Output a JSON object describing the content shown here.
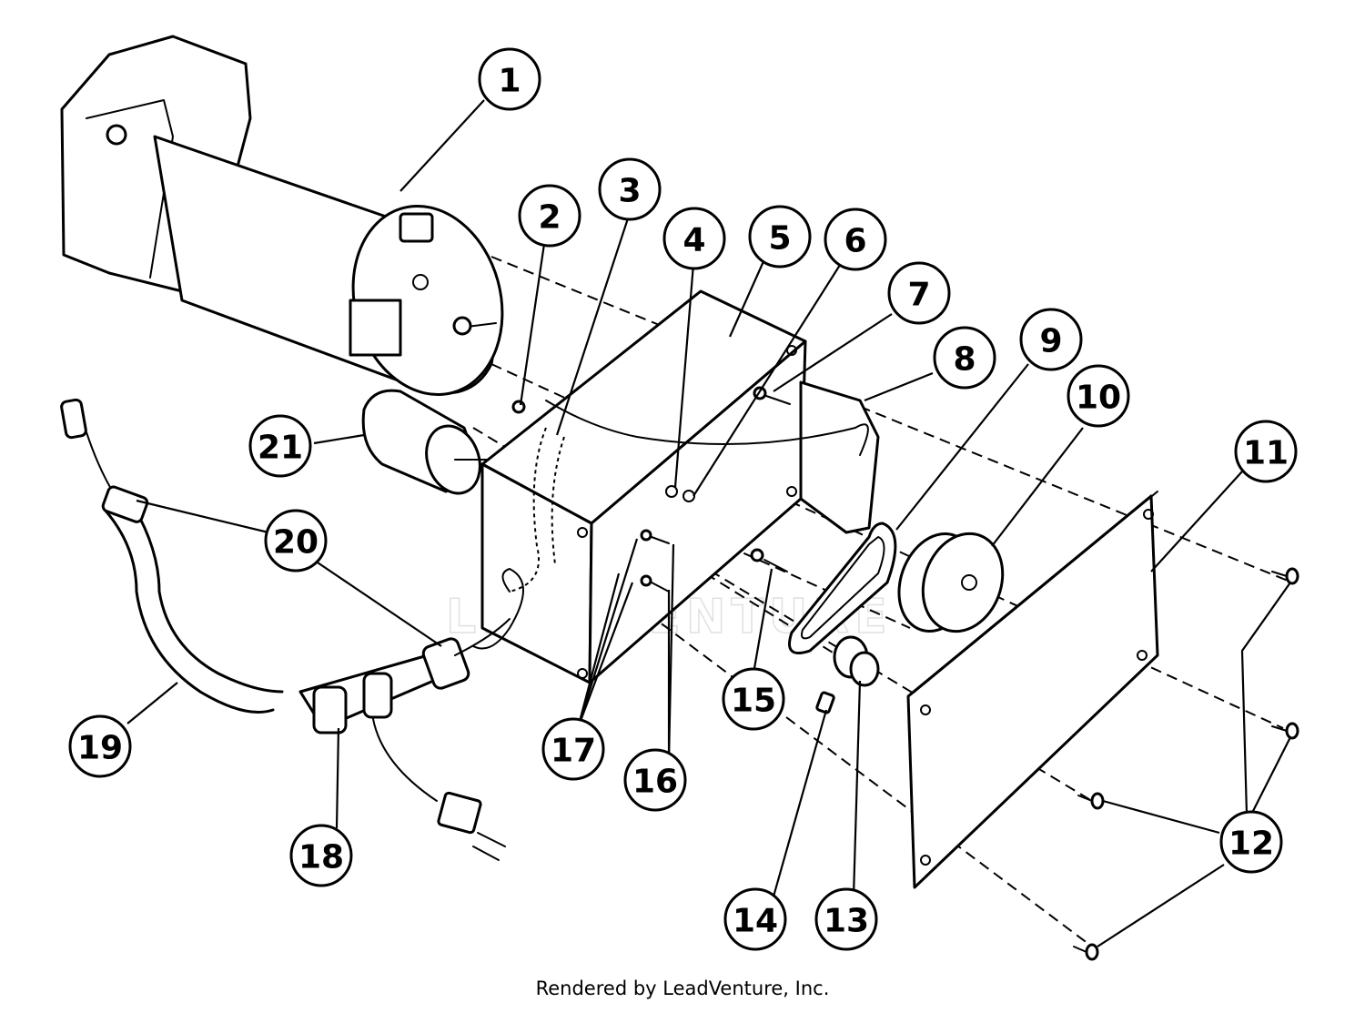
{
  "diagram": {
    "watermark": "LEADVENTURE",
    "callouts": [
      {
        "id": "1",
        "label": "1"
      },
      {
        "id": "2",
        "label": "2"
      },
      {
        "id": "3",
        "label": "3"
      },
      {
        "id": "4",
        "label": "4"
      },
      {
        "id": "5",
        "label": "5"
      },
      {
        "id": "6",
        "label": "6"
      },
      {
        "id": "7",
        "label": "7"
      },
      {
        "id": "8",
        "label": "8"
      },
      {
        "id": "9",
        "label": "9"
      },
      {
        "id": "10",
        "label": "10"
      },
      {
        "id": "11",
        "label": "11"
      },
      {
        "id": "12",
        "label": "12"
      },
      {
        "id": "13",
        "label": "13"
      },
      {
        "id": "14",
        "label": "14"
      },
      {
        "id": "15",
        "label": "15"
      },
      {
        "id": "16",
        "label": "16"
      },
      {
        "id": "17",
        "label": "17"
      },
      {
        "id": "18",
        "label": "18"
      },
      {
        "id": "19",
        "label": "19"
      },
      {
        "id": "20",
        "label": "20"
      },
      {
        "id": "21",
        "label": "21"
      }
    ]
  },
  "footer": {
    "text": "Rendered by LeadVenture, Inc."
  }
}
